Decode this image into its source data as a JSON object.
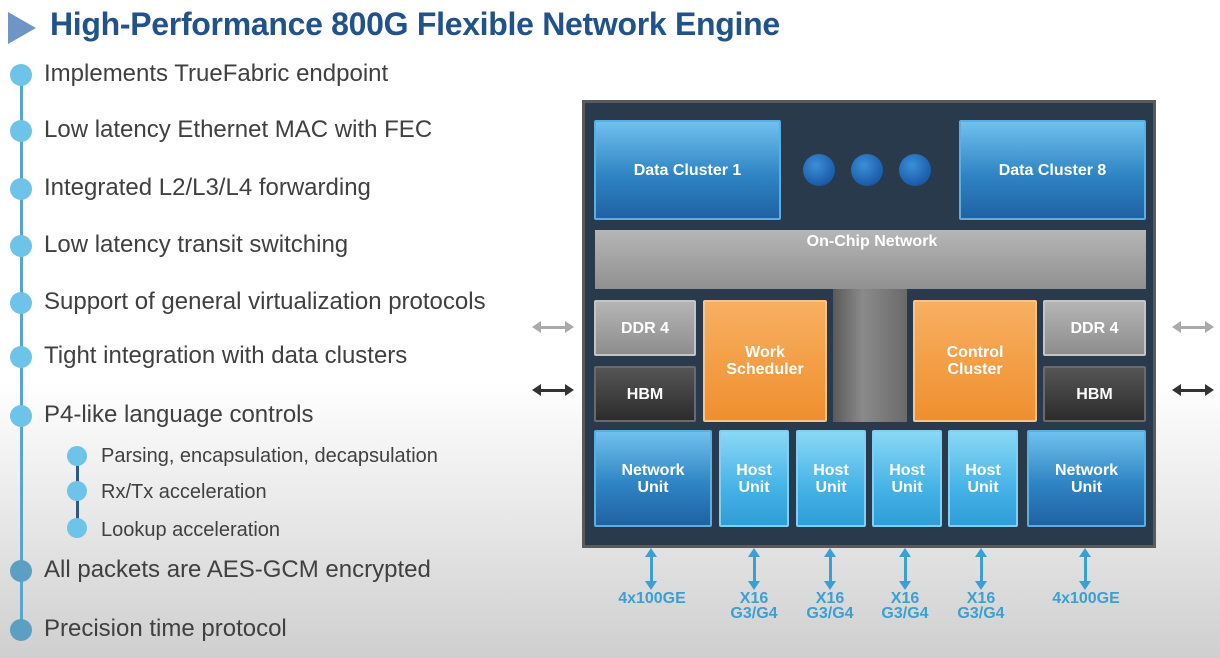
{
  "title": "High-Performance 800G Flexible Network Engine",
  "bullets": [
    "Implements TrueFabric endpoint",
    "Low latency Ethernet MAC with FEC",
    "Integrated L2/L3/L4 forwarding",
    "Low latency transit switching",
    "Support of general virtualization protocols",
    "Tight integration with data clusters",
    "P4-like language controls",
    "All packets are AES-GCM encrypted",
    "Precision time protocol"
  ],
  "sub_bullets": [
    "Parsing, encapsulation, decapsulation",
    "Rx/Tx acceleration",
    "Lookup acceleration"
  ],
  "chip": {
    "data_cluster_1": "Data Cluster 1",
    "data_cluster_8": "Data Cluster 8",
    "on_chip_network": "On-Chip Network",
    "ddr4_left": "DDR 4",
    "ddr4_right": "DDR 4",
    "hbm_left": "HBM",
    "hbm_right": "HBM",
    "work_scheduler": "Work\nScheduler",
    "control_cluster": "Control\nCluster",
    "network_unit_left": "Network\nUnit",
    "network_unit_right": "Network\nUnit",
    "host_units": [
      "Host\nUnit",
      "Host\nUnit",
      "Host\nUnit",
      "Host\nUnit"
    ]
  },
  "ports": {
    "left_eth": "4x100GE",
    "right_eth": "4x100GE",
    "host": [
      "X16\nG3/G4",
      "X16\nG3/G4",
      "X16\nG3/G4",
      "X16\nG3/G4"
    ]
  },
  "colors": {
    "title": "#21538a",
    "accent_blue": "#3a9fd3",
    "orange": "#ef8f2e",
    "chip_bg": "#2a3a4d"
  }
}
